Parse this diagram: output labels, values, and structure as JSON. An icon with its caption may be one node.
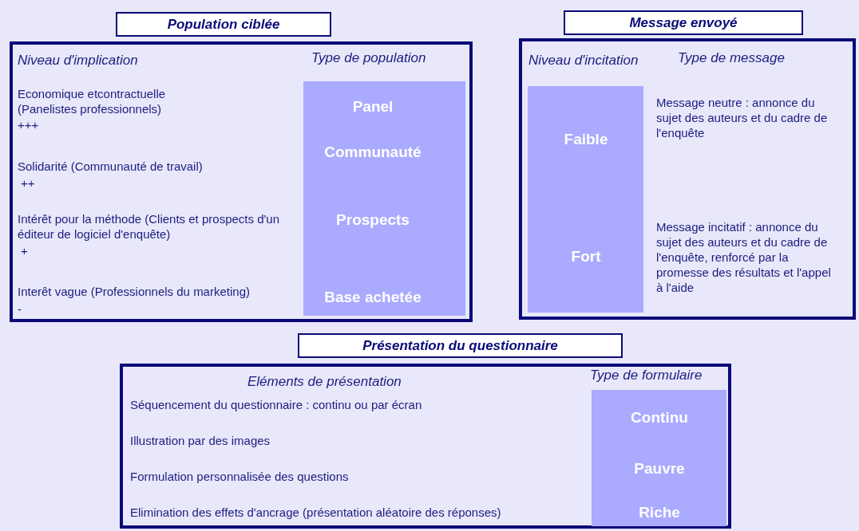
{
  "diagram": {
    "nodes": [
      {
        "text": [
          "Population ciblée"
        ]
      },
      {
        "text": [
          "Panel",
          "Communauté",
          "Prospects",
          "Base achetée"
        ],
        "in": 0
      },
      {
        "text": [
          "Message envoyé"
        ]
      },
      {
        "text": [
          "Faible",
          "Fort"
        ],
        "in": 2
      },
      {
        "text": [
          "Présentation du questionnaire"
        ]
      },
      {
        "text": [
          "Continu",
          "Pauvre",
          "Riche"
        ],
        "in": 4
      }
    ],
    "edges": [],
    "labels": [
      "Niveau d'implication",
      "Type de population",
      "Economique etcontractuelle (Panelistes professionnels)",
      "+++",
      "Solidarité (Communauté de travail)",
      "++",
      "Intérêt pour la méthode (Clients et prospects d'un éditeur de logiciel d'enquête)",
      "+",
      "Interêt vague (Professionnels du marketing)",
      "-",
      "Niveau d'incitation",
      "Type de message",
      "Message neutre : annonce du sujet des auteurs et du cadre de l'enquête",
      "Message incitatif : annonce du sujet des auteurs et du cadre de l'enquête, renforcé par la promesse des résultats et l'appel à l'aide",
      "Eléments de présentation",
      "Type de formulaire",
      "Séquencement du questionnaire : continu ou par écran",
      "Illustration par des images",
      "Formulation personnalisée des questions",
      "Elimination des effets d'ancrage (présentation aléatoire des réponses)"
    ]
  }
}
